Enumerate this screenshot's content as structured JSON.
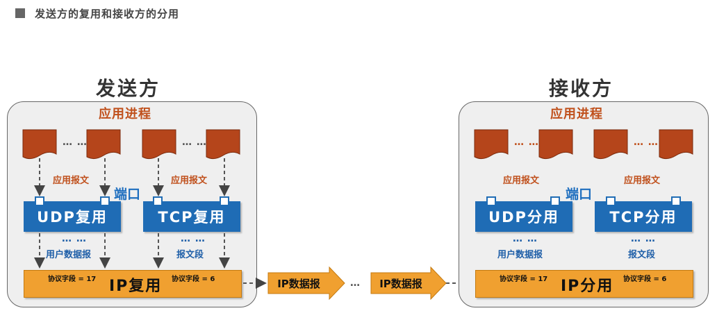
{
  "header": {
    "title": "发送方的复用和接收方的分用"
  },
  "sender": {
    "title": "发送方",
    "process_label": "应用进程",
    "dots": "… …",
    "app_msg_left": "应用报文",
    "app_msg_right": "应用报文",
    "port_label": "端口",
    "udp_label": "UDP复用",
    "tcp_label": "TCP复用",
    "udp_datagram": "用户数据报",
    "tcp_segment": "报文段",
    "ip_label": "IP复用",
    "field_udp": "协议字段 = 17",
    "field_tcp": "协议字段 = 6"
  },
  "transit": {
    "packet1": "IP数据报",
    "dots": "…",
    "packet2": "IP数据报"
  },
  "receiver": {
    "title": "接收方",
    "process_label": "应用进程",
    "dots": "… …",
    "app_msg_left": "应用报文",
    "app_msg_right": "应用报文",
    "port_label": "端口",
    "udp_label": "UDP分用",
    "tcp_label": "TCP分用",
    "udp_datagram": "用户数据报",
    "tcp_segment": "报文段",
    "ip_label": "IP分用",
    "field_udp": "协议字段 = 17",
    "field_tcp": "协议字段 = 6"
  },
  "colors": {
    "doc_fill": "#b5451b",
    "mux_blue": "#1f6cb5",
    "ip_orange": "#f0a030",
    "process_text": "#c0501c",
    "port_text": "#1f6fbf"
  }
}
